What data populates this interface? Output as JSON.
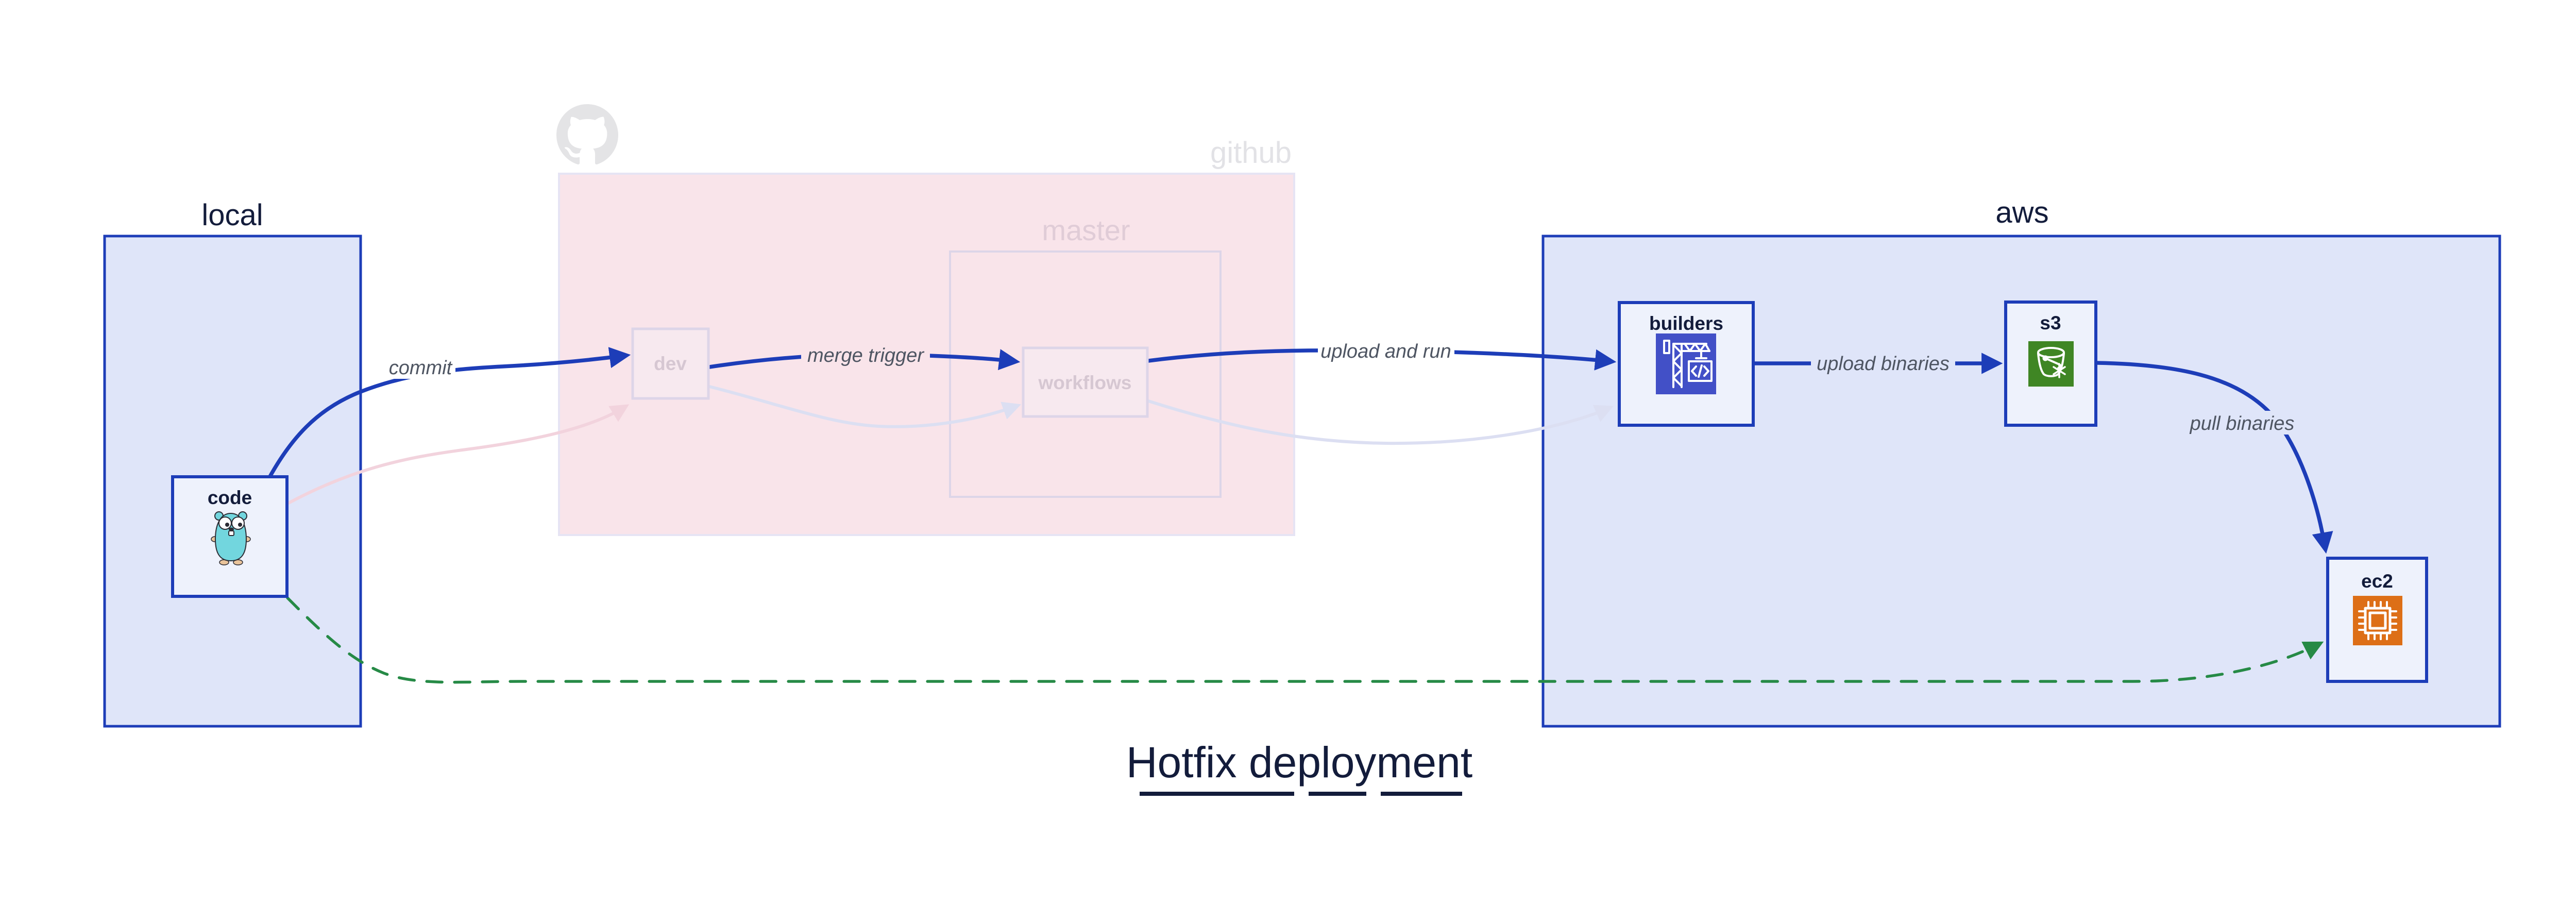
{
  "title": {
    "text": "Hotfix deployment"
  },
  "clusters": {
    "local": {
      "label": "local"
    },
    "github": {
      "label": "github",
      "logo_icon": "github-octocat-icon"
    },
    "master": {
      "label": "master"
    },
    "aws": {
      "label": "aws"
    }
  },
  "nodes": {
    "code": {
      "label": "code",
      "icon": "go-gopher-icon"
    },
    "dev": {
      "label": "dev"
    },
    "workflows": {
      "label": "workflows"
    },
    "builders": {
      "label": "builders",
      "icon": "aws-codebuild-crane-icon"
    },
    "s3": {
      "label": "s3",
      "icon": "s3-glacier-bucket-icon"
    },
    "ec2": {
      "label": "ec2",
      "icon": "ec2-chip-icon"
    }
  },
  "edges": {
    "commit": {
      "label": "commit",
      "from": "code",
      "to": "dev",
      "style": "bold-blue"
    },
    "merge_trigger": {
      "label": "merge trigger",
      "from": "dev",
      "to": "workflows",
      "style": "bold-blue"
    },
    "upload_and_run": {
      "label": "upload and run",
      "from": "workflows",
      "to": "builders",
      "style": "bold-blue"
    },
    "upload_binaries": {
      "label": "upload binaries",
      "from": "builders",
      "to": "s3",
      "style": "bold-blue"
    },
    "pull_binaries": {
      "label": "pull binaries",
      "from": "s3",
      "to": "ec2",
      "style": "bold-blue"
    },
    "hotfix_path": {
      "label": "",
      "from": "code",
      "to": "ec2",
      "style": "green-dashed"
    },
    "faded_code_dev": {
      "label": "",
      "from": "code",
      "to": "dev",
      "style": "faded-pink"
    },
    "faded_dev_workflows": {
      "label": "",
      "from": "dev",
      "to": "workflows",
      "style": "faded-lavender"
    },
    "faded_workflows_builders": {
      "label": "",
      "from": "workflows",
      "to": "builders",
      "style": "faded-lavender"
    }
  },
  "colors": {
    "accent_blue": "#1d3db8",
    "navy_text": "#131c3b",
    "cluster_blue_bg": "#dfe5f9",
    "node_bg": "#eef2fc",
    "faded_pink_bg": "#f9e4ea",
    "faded_node_bg": "#f7e9ef",
    "faded_node_border": "#ddd5e8",
    "faded_cluster_border": "#e6e4f4",
    "faded_line_pink": "#f2d3dd",
    "faded_line_lavender": "#dcdff2",
    "faded_text_gray": "#e2e2e6",
    "faded_text_pink": "#e0ccd7",
    "faded_label_pink": "#d6c7d2",
    "faded_logo_gray": "#e4e4e6",
    "green_dashed": "#268a46",
    "codebuild_indigo": "#4250c7",
    "s3_green": "#3f8624",
    "ec2_orange": "#dd6f17",
    "gopher_teal": "#72d6de",
    "edge_label_gray": "#4e5562"
  }
}
